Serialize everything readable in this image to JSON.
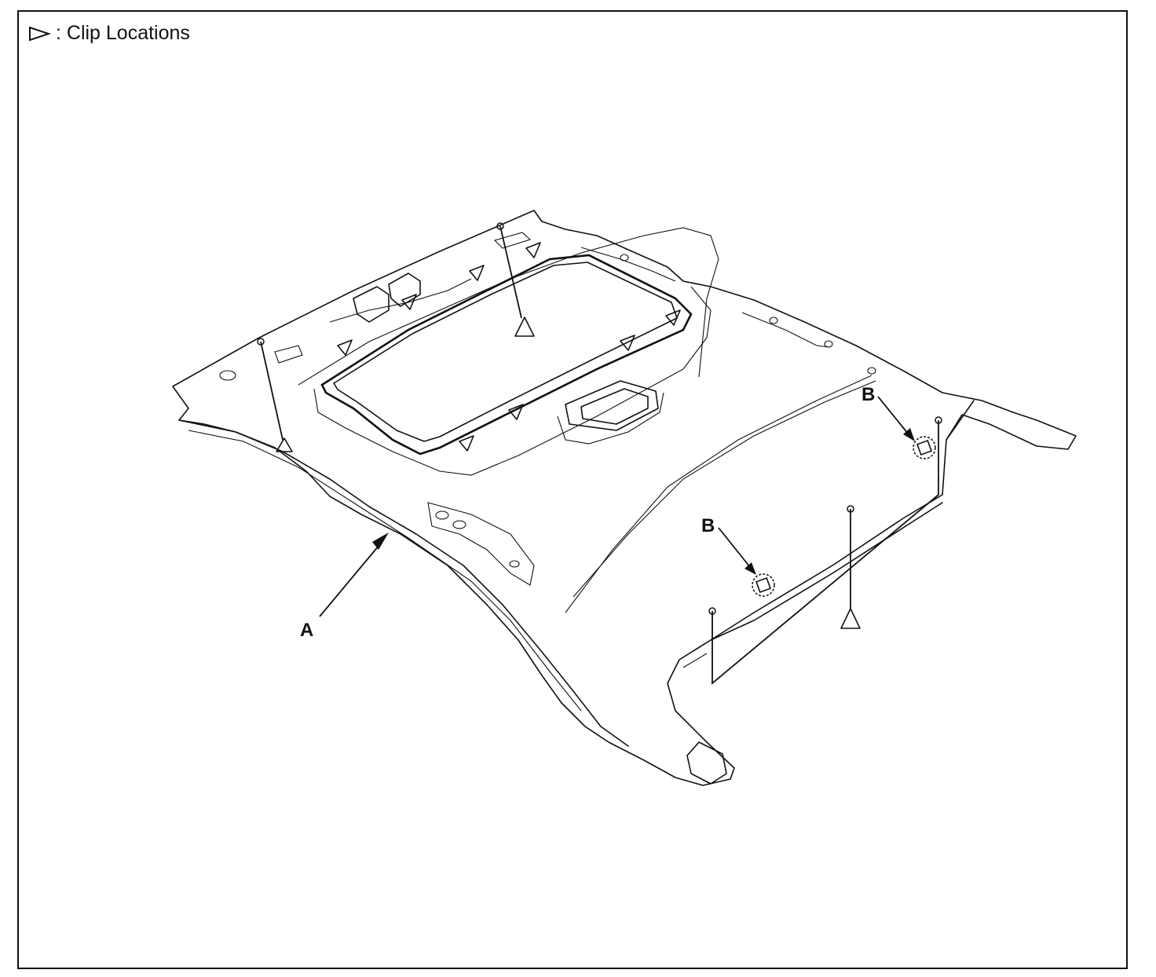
{
  "legend": {
    "symbol": "clip-symbol-icon",
    "text": ": Clip Locations"
  },
  "callouts": {
    "a": "A",
    "b1": "B",
    "b2": "B"
  },
  "colors": {
    "line": "#111111",
    "background": "#ffffff"
  }
}
